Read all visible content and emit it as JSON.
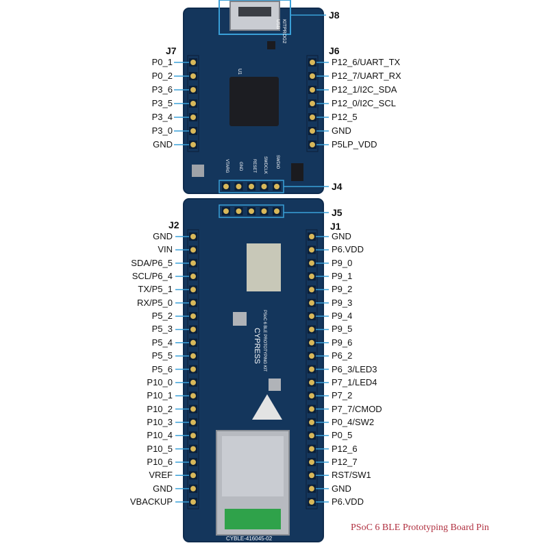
{
  "caption": "PSoC 6 BLE Prototyping Board Pin",
  "colors": {
    "board": "#14365c",
    "board_edge": "#0e2b4d",
    "leader": "#3aa0d8",
    "pin_gold": "#d8b85a",
    "caption": "#b03040"
  },
  "headers": {
    "J8": "J8",
    "J7": "J7",
    "J6": "J6",
    "J4": "J4",
    "J5": "J5",
    "J2": "J2",
    "J1": "J1"
  },
  "j7_pins": [
    "P0_1",
    "P0_2",
    "P3_6",
    "P3_5",
    "P3_4",
    "P3_0",
    "GND"
  ],
  "j6_pins": [
    "P12_6/UART_TX",
    "P12_7/UART_RX",
    "P12_1/I2C_SDA",
    "P12_0/I2C_SCL",
    "P12_5",
    "GND",
    "P5LP_VDD"
  ],
  "j2_pins": [
    "GND",
    "VIN",
    "SDA/P6_5",
    "SCL/P6_4",
    "TX/P5_1",
    "RX/P5_0",
    "P5_2",
    "P5_3",
    "P5_4",
    "P5_5",
    "P5_6",
    "P10_0",
    "P10_1",
    "P10_2",
    "P10_3",
    "P10_4",
    "P10_5",
    "P10_6",
    "VREF",
    "GND",
    "VBACKUP"
  ],
  "j1_pins": [
    "GND",
    "P6.VDD",
    "P9_0",
    "P9_1",
    "P9_2",
    "P9_3",
    "P9_4",
    "P9_5",
    "P9_6",
    "P6_2",
    "P6_3/LED3",
    "P7_1/LED4",
    "P7_2",
    "P7_7/CMOD",
    "P0_4/SW2",
    "P0_5",
    "P12_6",
    "P12_7",
    "RST/SW1",
    "GND",
    "P6.VDD"
  ],
  "board_text": {
    "brand": "CYPRESS",
    "board_name": "PSoC 6 BLE PROTOTYPING KIT",
    "kitprog": "KITPROG2",
    "usb": "USB",
    "module": "CYBLE-416045-02",
    "u1": "U1",
    "reset": "RESET",
    "swdclk": "SWDCLK",
    "swdio": "SWDIO",
    "vtarg": "VTARG",
    "gnd": "GND"
  }
}
